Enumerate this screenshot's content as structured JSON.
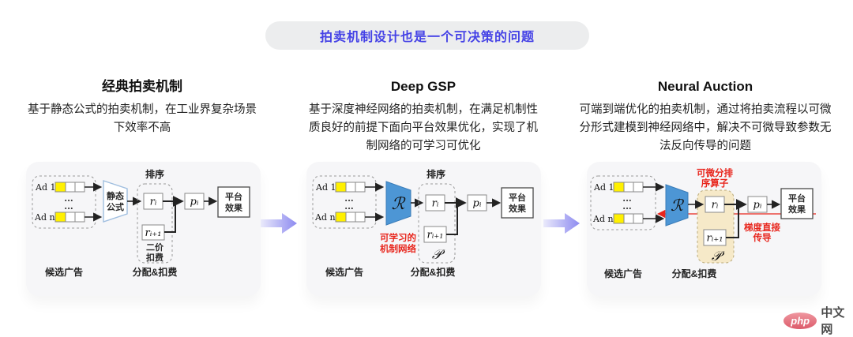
{
  "banner": {
    "label": "拍卖机制设计也是一个可决策的问题"
  },
  "columns": [
    {
      "heading": "经典拍卖机制",
      "description": "基于静态公式的拍卖机制，在工业界复杂场景下效率不高"
    },
    {
      "heading": "Deep GSP",
      "description": "基于深度神经网络的拍卖机制，在满足机制性质良好的前提下面向平台效果优化，实现了机制网络的可学习可优化"
    },
    {
      "heading": "Neural Auction",
      "description": "可端到端优化的拍卖机制，通过将拍卖流程以可微分形式建模到神经网络中，解决不可微导致参数无法反向传导的问题"
    }
  ],
  "cards": [
    {
      "ad1": "Ad 1",
      "adn": "Ad n",
      "dots": "...",
      "mech_line1": "静态",
      "mech_line2": "公式",
      "rank": "排序",
      "ri": "rᵢ",
      "ri1": "rᵢ₊₁",
      "pi": "pᵢ",
      "sp_line1": "二价",
      "sp_line2": "扣费",
      "plat_line1": "平台",
      "plat_line2": "效果",
      "candidates": "候选广告",
      "alloc": "分配&扣费"
    },
    {
      "ad1": "Ad 1",
      "adn": "Ad n",
      "dots": "...",
      "mech_symbol": "ℛ",
      "learn_line1": "可学习的",
      "learn_line2": "机制网络",
      "rank": "排序",
      "ri": "rᵢ",
      "ri1": "rᵢ₊₁",
      "pi": "pᵢ",
      "p_symbol": "𝒫",
      "plat_line1": "平台",
      "plat_line2": "效果",
      "candidates": "候选广告",
      "alloc": "分配&扣费"
    },
    {
      "ad1": "Ad 1",
      "adn": "Ad n",
      "dots": "...",
      "mech_symbol": "ℛ",
      "diff_line1": "可微分排",
      "diff_line2": "序算子",
      "ri": "rᵢ",
      "ri1": "rᵢ₊₁",
      "pi": "pᵢ",
      "p_symbol": "𝒫",
      "grad_line1": "梯度直接",
      "grad_line2": "传导",
      "plat_line1": "平台",
      "plat_line2": "效果",
      "candidates": "候选广告",
      "alloc": "分配&扣费"
    }
  ],
  "watermark": {
    "brand": "php",
    "site": "中文网"
  },
  "colors": {
    "accent_blue": "#4542e6",
    "mechanism_blue": "#4d96d5",
    "highlight_red": "#e8251c",
    "cell_yellow": "#fff000",
    "operator_tan": "#f6e9c8",
    "flow_arrow_purple": "#8d8af0",
    "banner_bg": "#ecedee",
    "card_bg": "#f6f6f8"
  }
}
